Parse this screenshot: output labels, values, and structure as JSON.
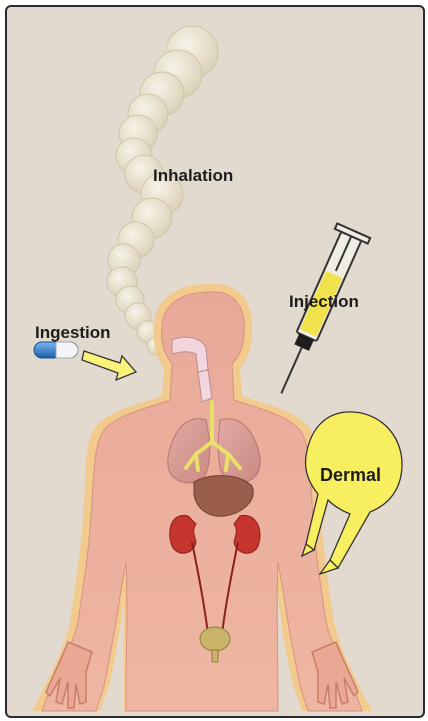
{
  "routes": {
    "inhalation": "Inhalation",
    "injection": "Injection",
    "ingestion": "Ingestion",
    "dermal": "Dermal"
  },
  "colors": {
    "background": "#e2d9cf",
    "body_fill": "#e9a795",
    "body_glow": "#f7c98a",
    "arrow_fill": "#fbf27a",
    "dermal_bubble": "#f7ee60",
    "smoke": "#ece5d2",
    "pill_blue": "#2a7fd0",
    "organs_liver": "#9a5f4c",
    "organs_kidney": "#c6362e",
    "bladder": "#c9b46a"
  },
  "icons": [
    "smoke-plume-icon",
    "syringe-icon",
    "pill-capsule-icon",
    "human-body-icon"
  ]
}
